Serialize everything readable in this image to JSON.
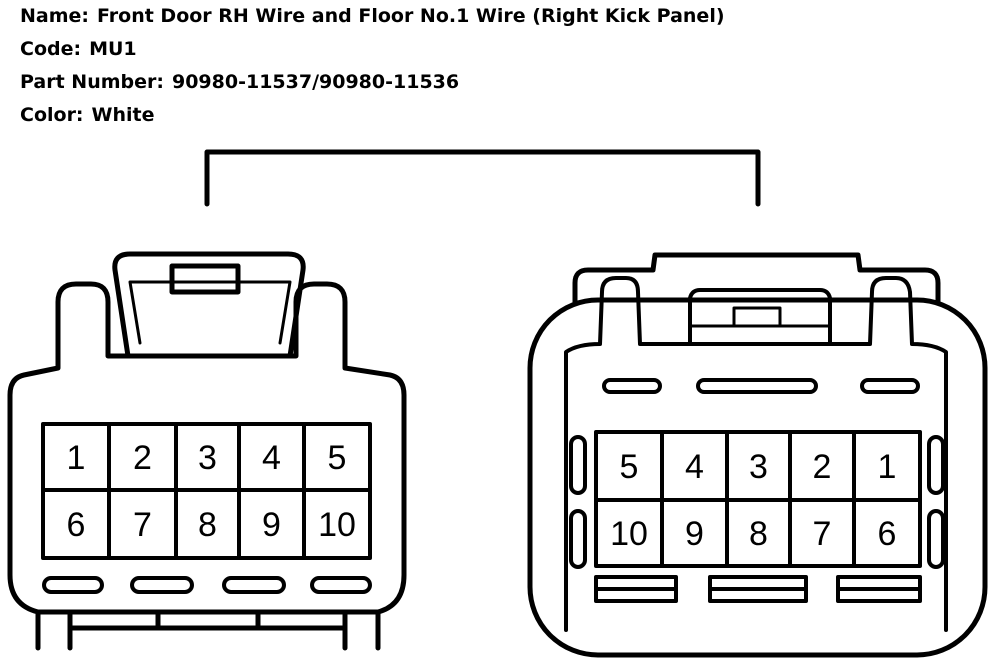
{
  "info": {
    "name_label": "Name:",
    "name_value": "Front Door RH Wire and Floor No.1 Wire (Right Kick Panel)",
    "code_label": "Code:",
    "code_value": "MU1",
    "part_label": "Part Number:",
    "part_value": "90980-11537/90980-11536",
    "color_label": "Color:",
    "color_value": "White"
  },
  "left_connector": {
    "row1": [
      "1",
      "2",
      "3",
      "4",
      "5"
    ],
    "row2": [
      "6",
      "7",
      "8",
      "9",
      "10"
    ]
  },
  "right_connector": {
    "row1": [
      "5",
      "4",
      "3",
      "2",
      "1"
    ],
    "row2": [
      "10",
      "9",
      "8",
      "7",
      "6"
    ]
  },
  "colors": {
    "line": "#000000",
    "background": "#ffffff"
  }
}
